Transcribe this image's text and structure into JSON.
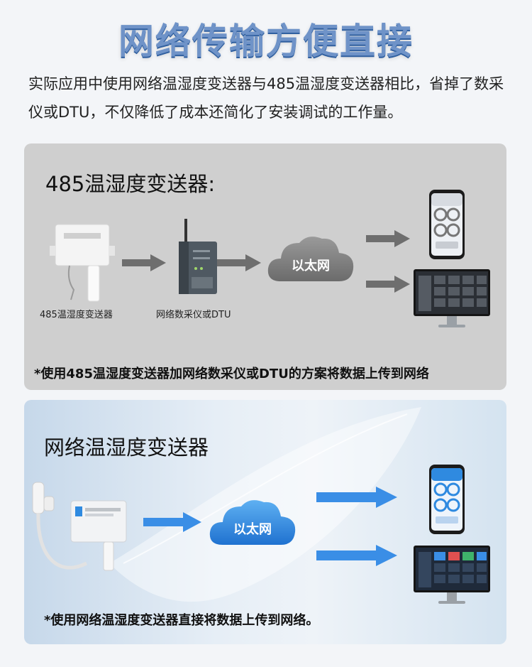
{
  "title": "网络传输方便直接",
  "intro": "实际应用中使用网络温湿度变送器与485温湿度变送器相比，省掉了数采仪或DTU，不仅降低了成本还简化了安装调试的工作量。",
  "panel1": {
    "heading": "485温湿度变送器:",
    "device_label": "485温湿度变送器",
    "collector_label": "网络数采仪或DTU",
    "cloud_label": "以太网",
    "note": "*使用485温湿度变送器加网络数采仪或DTU的方案将数据上传到网络"
  },
  "panel2": {
    "heading": "网络温湿度变送器",
    "cloud_label": "以太网",
    "note": "*使用网络温湿度变送器直接将数据上传到网络。"
  },
  "colors": {
    "title": "#6f93c8",
    "arrow_gray": "#6e6e6e",
    "arrow_blue": "#3a8ee6",
    "cloud_blue": "#2f8ae0"
  },
  "icons": [
    "phone-icon",
    "monitor-icon",
    "cloud-icon",
    "sensor-device-icon",
    "dtu-device-icon"
  ]
}
